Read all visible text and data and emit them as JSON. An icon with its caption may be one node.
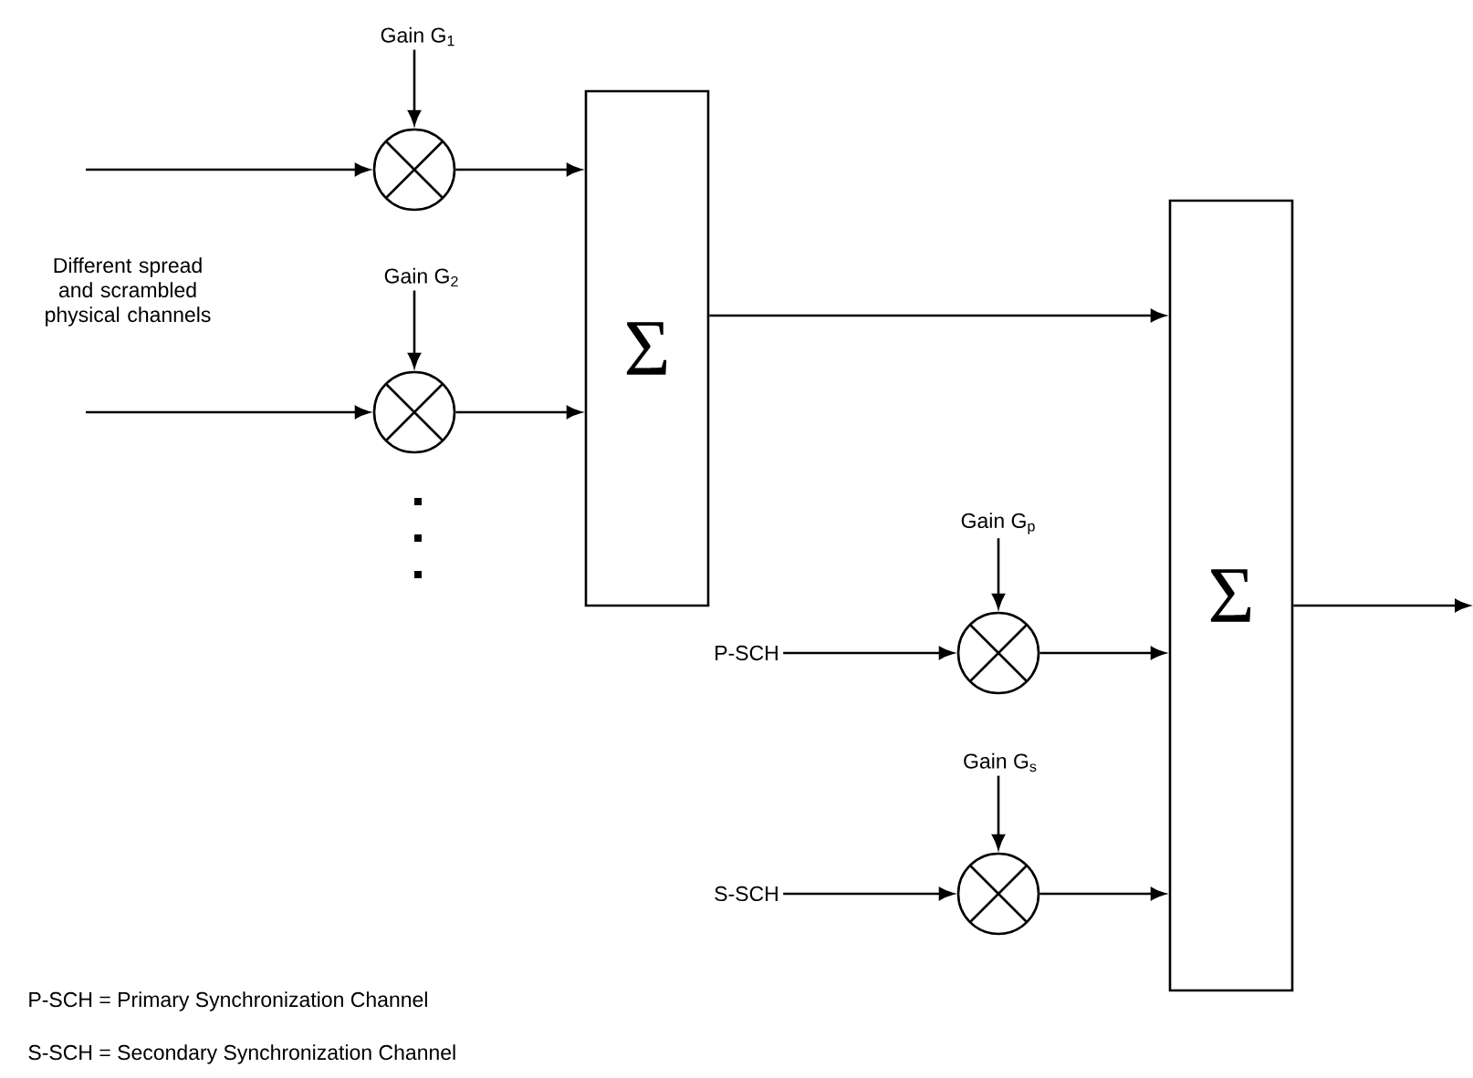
{
  "diagram": {
    "nodes": [
      {
        "text": [
          "Gain G$_{1}$"
        ]
      },
      {
        "text": [],
        "shape": "circle"
      },
      {
        "text": [
          "Gain G$_{2}$"
        ]
      },
      {
        "text": [],
        "shape": "circle"
      },
      {
        "text": [
          "Σ"
        ]
      },
      {
        "text": [
          "Gain G$_{p}$"
        ]
      },
      {
        "text": [
          "P-SCH"
        ]
      },
      {
        "text": [],
        "shape": "circle"
      },
      {
        "text": [
          "Gain G$_{s}$"
        ]
      },
      {
        "text": [
          "S-SCH"
        ]
      },
      {
        "text": [],
        "shape": "circle"
      },
      {
        "text": [
          "Σ"
        ]
      }
    ],
    "edges": [
      {
        "from": null,
        "to": 1,
        "arrow": "to"
      },
      {
        "from": 0,
        "to": 1,
        "arrow": "to"
      },
      {
        "from": 1,
        "to": 4,
        "arrow": "to"
      },
      {
        "from": null,
        "to": 3,
        "arrow": "to"
      },
      {
        "from": 2,
        "to": 3,
        "arrow": "to"
      },
      {
        "from": 3,
        "to": 4,
        "arrow": "to"
      },
      {
        "from": 4,
        "to": 11,
        "arrow": "to"
      },
      {
        "from": 5,
        "to": 7,
        "arrow": "to"
      },
      {
        "from": 6,
        "to": 7,
        "arrow": "to"
      },
      {
        "from": 7,
        "to": 11,
        "arrow": "to"
      },
      {
        "from": 8,
        "to": 10,
        "arrow": "to"
      },
      {
        "from": 9,
        "to": 10,
        "arrow": "to"
      },
      {
        "from": 10,
        "to": 11,
        "arrow": "to"
      },
      {
        "from": 11,
        "to": null,
        "arrow": "to"
      }
    ],
    "labels": [
      "Different spread and scrambled physical channels",
      "P-SCH = Primary Synchronization Channel",
      "S-SCH = Secondary Synchronization Channel"
    ]
  }
}
